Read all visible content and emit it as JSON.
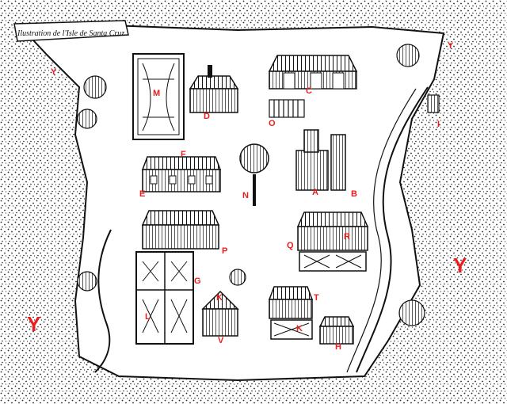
{
  "map": {
    "title_scroll": "Ilustration de l'Isle de Santa Cruz",
    "label_color": "#ee1c1c",
    "ink_color": "#111111",
    "labels": {
      "A": "A",
      "B": "B",
      "C": "C",
      "D": "D",
      "E": "E",
      "F": "F",
      "G": "G",
      "H": "H",
      "I": "I",
      "K": "K",
      "L": "L",
      "M": "M",
      "N": "N",
      "O": "O",
      "P": "P",
      "Q": "Q",
      "R": "R",
      "T": "T",
      "V": "V",
      "Y": "Y"
    }
  }
}
